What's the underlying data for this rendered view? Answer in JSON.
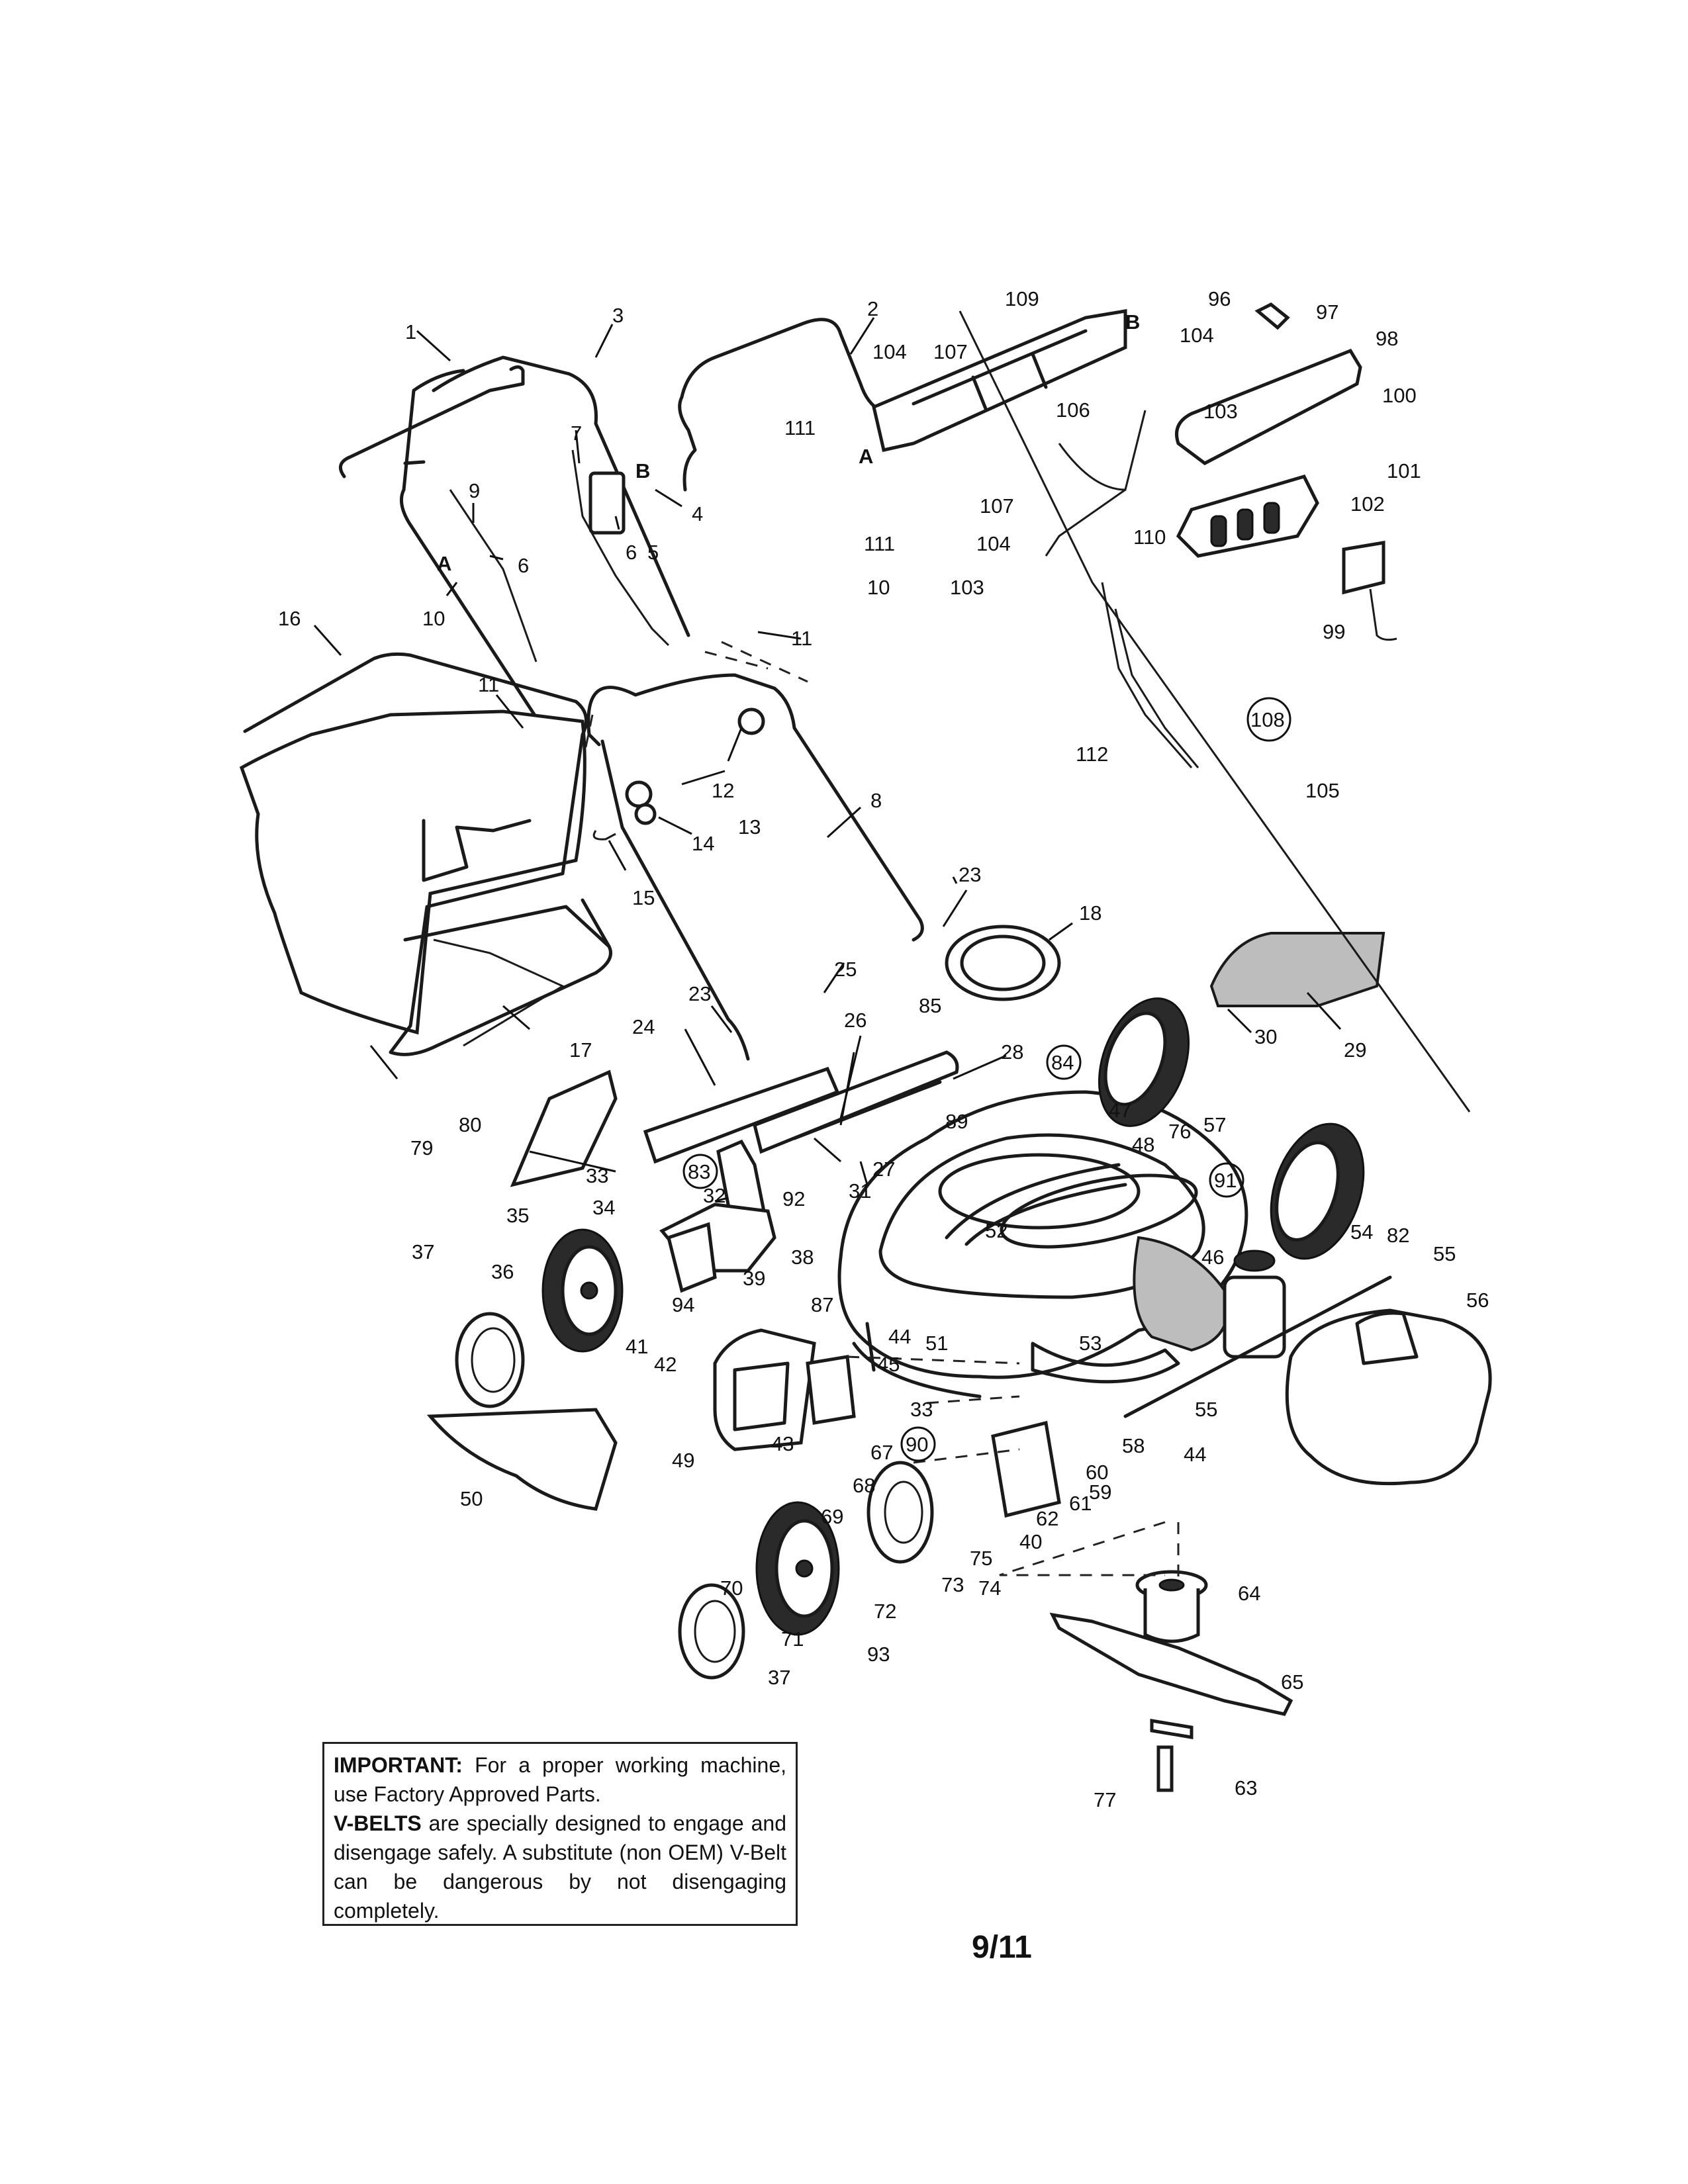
{
  "diagram": {
    "part_numbers": [
      "1",
      "2",
      "3",
      "4",
      "5",
      "6",
      "6",
      "7",
      "8",
      "9",
      "10",
      "10",
      "11",
      "11",
      "12",
      "13",
      "14",
      "15",
      "16",
      "17",
      "18",
      "23",
      "23",
      "24",
      "25",
      "26",
      "27",
      "28",
      "29",
      "30",
      "31",
      "32",
      "33",
      "33",
      "34",
      "35",
      "36",
      "37",
      "37",
      "38",
      "39",
      "40",
      "41",
      "42",
      "43",
      "44",
      "44",
      "45",
      "46",
      "47",
      "48",
      "49",
      "50",
      "51",
      "52",
      "53",
      "54",
      "55",
      "55",
      "56",
      "57",
      "58",
      "59",
      "60",
      "61",
      "62",
      "63",
      "64",
      "65",
      "67",
      "68",
      "69",
      "70",
      "71",
      "72",
      "73",
      "74",
      "75",
      "76",
      "77",
      "79",
      "80",
      "82",
      "85",
      "87",
      "89",
      "92",
      "93",
      "94",
      "96",
      "97",
      "98",
      "99",
      "100",
      "101",
      "102",
      "103",
      "103",
      "104",
      "104",
      "104",
      "105",
      "106",
      "107",
      "107",
      "109",
      "110",
      "111",
      "111",
      "112"
    ],
    "circled_numbers": [
      "83",
      "84",
      "90",
      "91",
      "108"
    ],
    "reference_letters": [
      "A",
      "A",
      "B",
      "B"
    ]
  },
  "notice": {
    "important_heading": "IMPORTANT:",
    "important_text": " For a proper working machine, use Factory Approved Parts.",
    "vbelts_heading": "V-BELTS",
    "vbelts_text": " are specially designed to engage and disengage safely.  A substitute (non OEM) V-Belt can be dangerous by not disengaging completely."
  },
  "page_number": "9/11"
}
